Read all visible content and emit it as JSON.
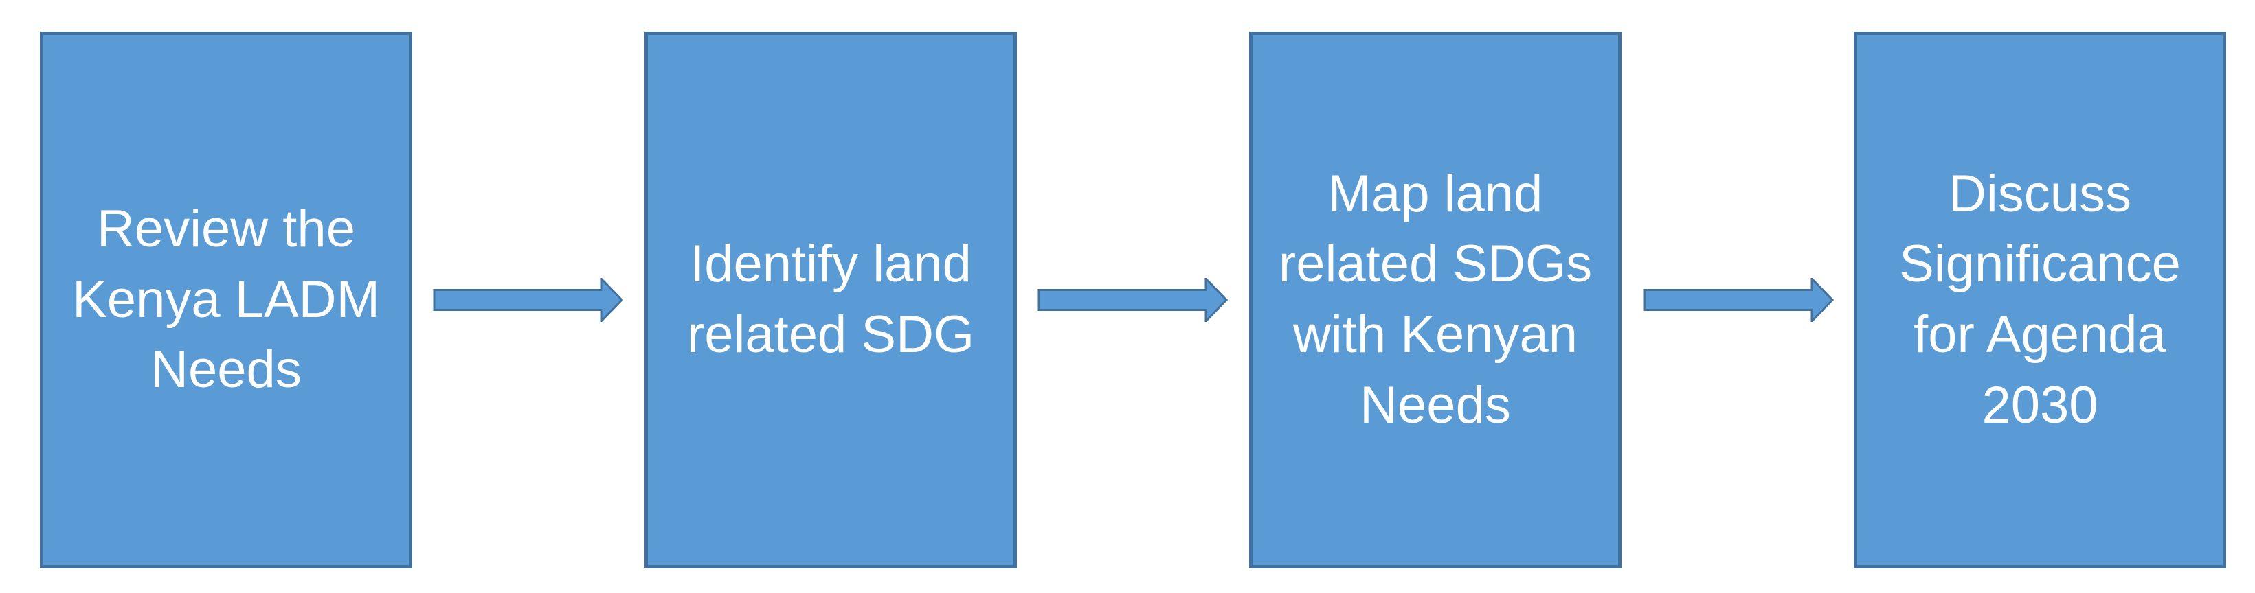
{
  "diagram": {
    "type": "flowchart",
    "direction": "left-to-right",
    "colors": {
      "box_fill": "#5B9BD5",
      "box_border": "#41719C",
      "arrow_fill": "#5B9BD5",
      "arrow_border": "#41719C",
      "text": "#FFFFFF",
      "background": "#FFFFFF"
    },
    "steps": [
      {
        "id": 1,
        "label": "Review the\nKenya LADM\nNeeds",
        "text": "Review the Kenya LADM Needs"
      },
      {
        "id": 2,
        "label": "Identify land\nrelated SDG",
        "text": "Identify land related SDG"
      },
      {
        "id": 3,
        "label": "Map land\nrelated SDGs\nwith Kenyan\nNeeds",
        "text": "Map land related SDGs with Kenyan Needs"
      },
      {
        "id": 4,
        "label": "Discuss\nSignificance\nfor Agenda\n2030",
        "text": "Discuss Significance for Agenda 2030"
      }
    ],
    "connectors": [
      {
        "from": 1,
        "to": 2,
        "shape": "block-arrow-right"
      },
      {
        "from": 2,
        "to": 3,
        "shape": "block-arrow-right"
      },
      {
        "from": 3,
        "to": 4,
        "shape": "block-arrow-right"
      }
    ]
  }
}
